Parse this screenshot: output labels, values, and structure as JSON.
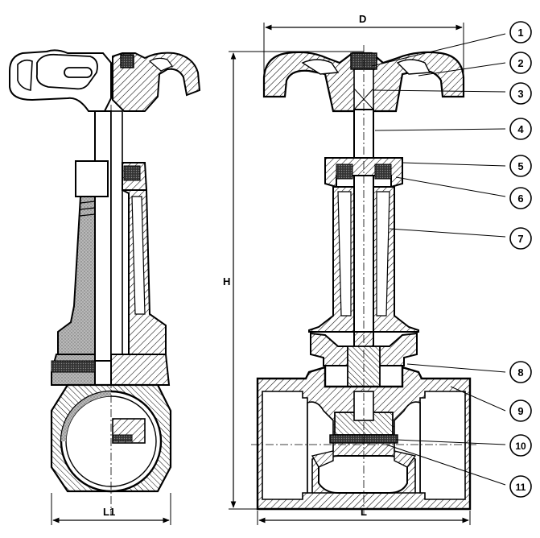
{
  "dimensions": {
    "D": "D",
    "H": "H",
    "L": "L",
    "L1": "L1"
  },
  "callouts": [
    {
      "id": "callout-1",
      "label": "1"
    },
    {
      "id": "callout-2",
      "label": "2"
    },
    {
      "id": "callout-3",
      "label": "3"
    },
    {
      "id": "callout-4",
      "label": "4"
    },
    {
      "id": "callout-5",
      "label": "5"
    },
    {
      "id": "callout-6",
      "label": "6"
    },
    {
      "id": "callout-7",
      "label": "7"
    },
    {
      "id": "callout-8",
      "label": "8"
    },
    {
      "id": "callout-9",
      "label": "9"
    },
    {
      "id": "callout-10",
      "label": "10"
    },
    {
      "id": "callout-11",
      "label": "11"
    }
  ],
  "colors": {
    "line": "#000000",
    "hatch": "#000000",
    "stipple": "#9a9a9a",
    "background": "#ffffff"
  }
}
